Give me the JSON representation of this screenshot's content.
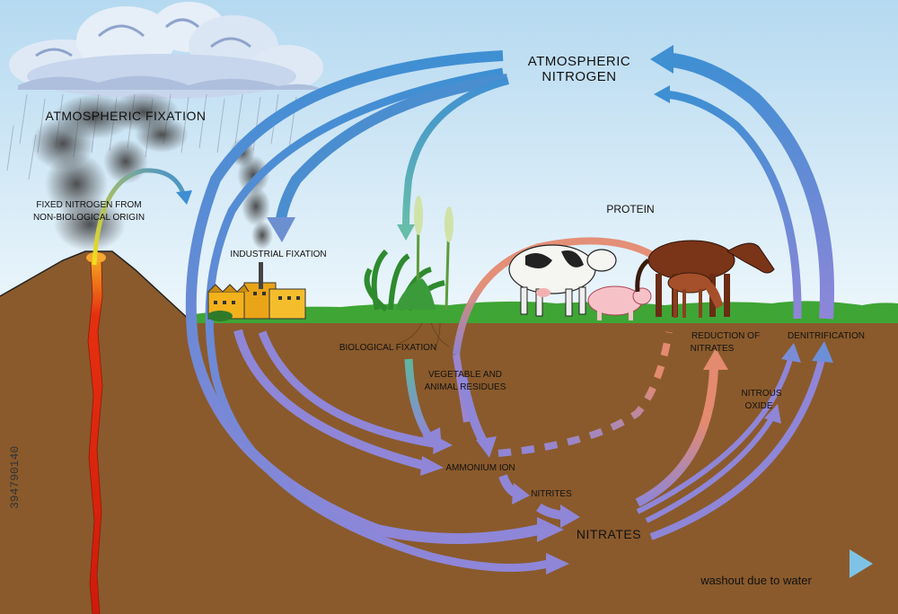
{
  "labels": {
    "atmospheric_nitrogen_1": "ATMOSPHERIC",
    "atmospheric_nitrogen_2": "NITROGEN",
    "atmospheric_fixation": "ATMOSPHERIC FIXATION",
    "fixed_nitrogen_1": "FIXED NITROGEN FROM",
    "fixed_nitrogen_2": "NON-BIOLOGICAL ORIGIN",
    "industrial_fixation": "INDUSTRIAL FIXATION",
    "protein": "PROTEIN",
    "biological_fixation": "BIOLOGICAL FIXATION",
    "residues_1": "VEGETABLE AND",
    "residues_2": "ANIMAL RESIDUES",
    "reduction_1": "REDUCTION OF",
    "reduction_2": "NITRATES",
    "denitrification": "DENITRIFICATION",
    "nitrous_1": "NITROUS",
    "nitrous_2": "OXIDE",
    "ammonium": "AMMONIUM ION",
    "nitrites": "NITRITES",
    "nitrates": "NITRATES",
    "washout": "washout due to water"
  },
  "watermark": {
    "stock_id": "394790140"
  },
  "colors": {
    "sky_top": "#b5d9f0",
    "sky_bottom": "#e9f5fb",
    "soil": "#8b5a2b",
    "grass": "#3fa535",
    "arrow_blue": "#4a8ed0",
    "arrow_purple": "#8e86d6",
    "arrow_salmon": "#e08a70",
    "lava": "#e02010"
  }
}
